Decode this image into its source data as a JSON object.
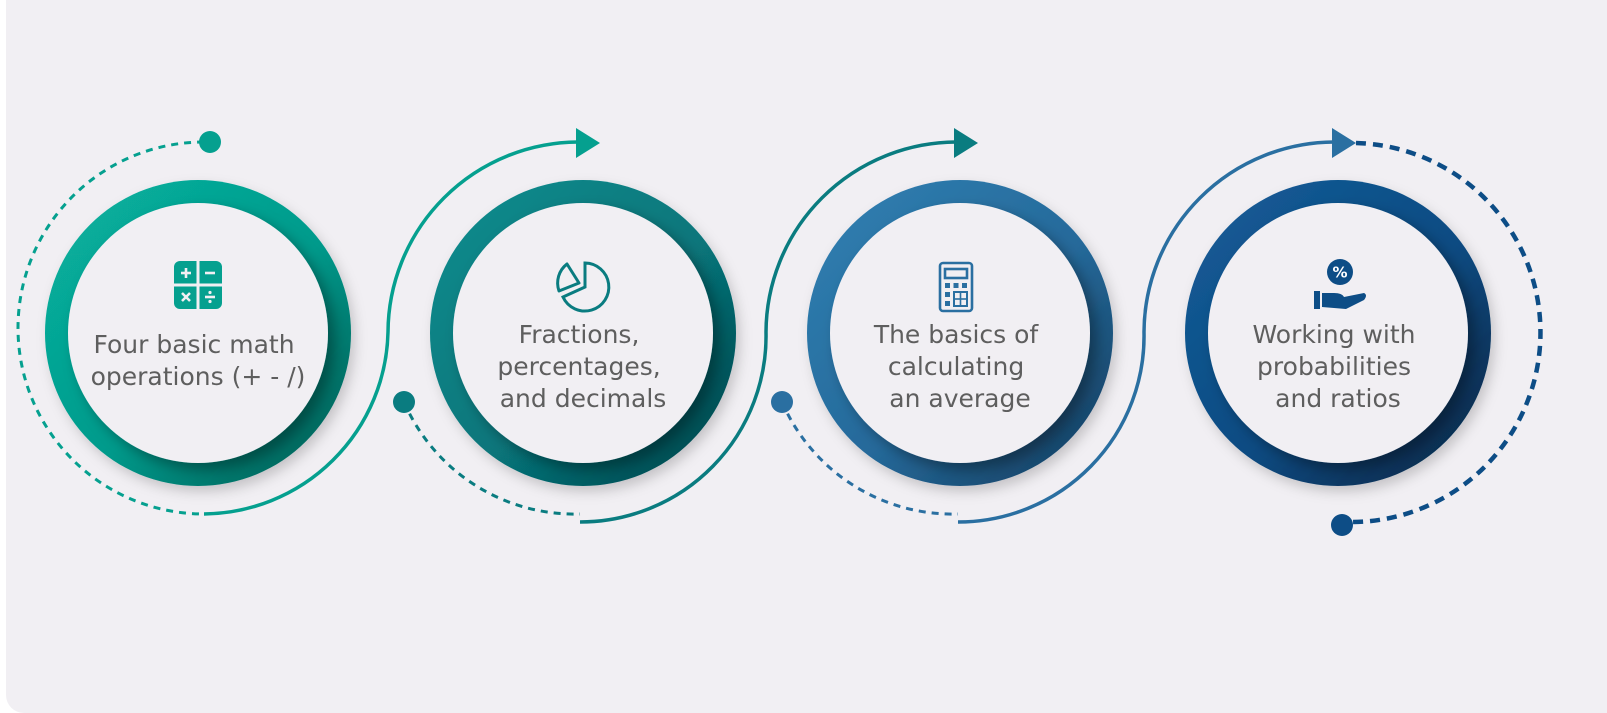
{
  "steps": [
    {
      "lines": [
        "Four basic math",
        "operations (+ - /)"
      ],
      "icon": "math-operations-icon",
      "color": "#05a08f"
    },
    {
      "lines": [
        "Fractions,",
        "percentages,",
        "and decimals"
      ],
      "icon": "pie-chart-icon",
      "color": "#0a7c80"
    },
    {
      "lines": [
        "The basics of",
        "calculating",
        "an average"
      ],
      "icon": "calculator-icon",
      "color": "#2a6fa1"
    },
    {
      "lines": [
        "Working with",
        "probabilities",
        "and ratios"
      ],
      "icon": "hand-percent-icon",
      "color": "#0d4d86"
    }
  ]
}
